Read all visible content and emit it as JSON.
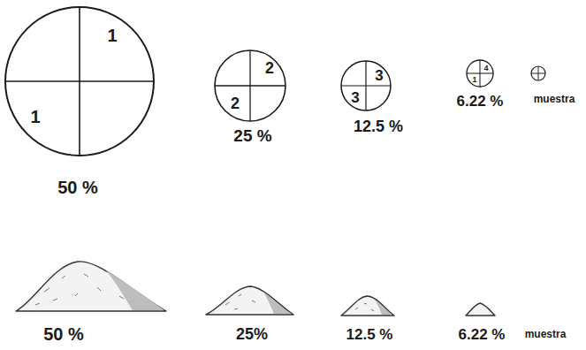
{
  "diagram": {
    "nodes": [
      {
        "text": [
          "1",
          "1",
          "50 %"
        ]
      },
      {
        "text": [
          "2",
          "2",
          "25 %"
        ]
      },
      {
        "text": [
          "3",
          "3",
          "12.5 %"
        ]
      },
      {
        "text": [
          "4",
          "1",
          "6.22 %"
        ]
      },
      {
        "text": [
          "muestra"
        ]
      }
    ],
    "labels": [
      "50 %",
      "25%",
      "12.5 %",
      "6.22 %",
      "muestra"
    ]
  }
}
